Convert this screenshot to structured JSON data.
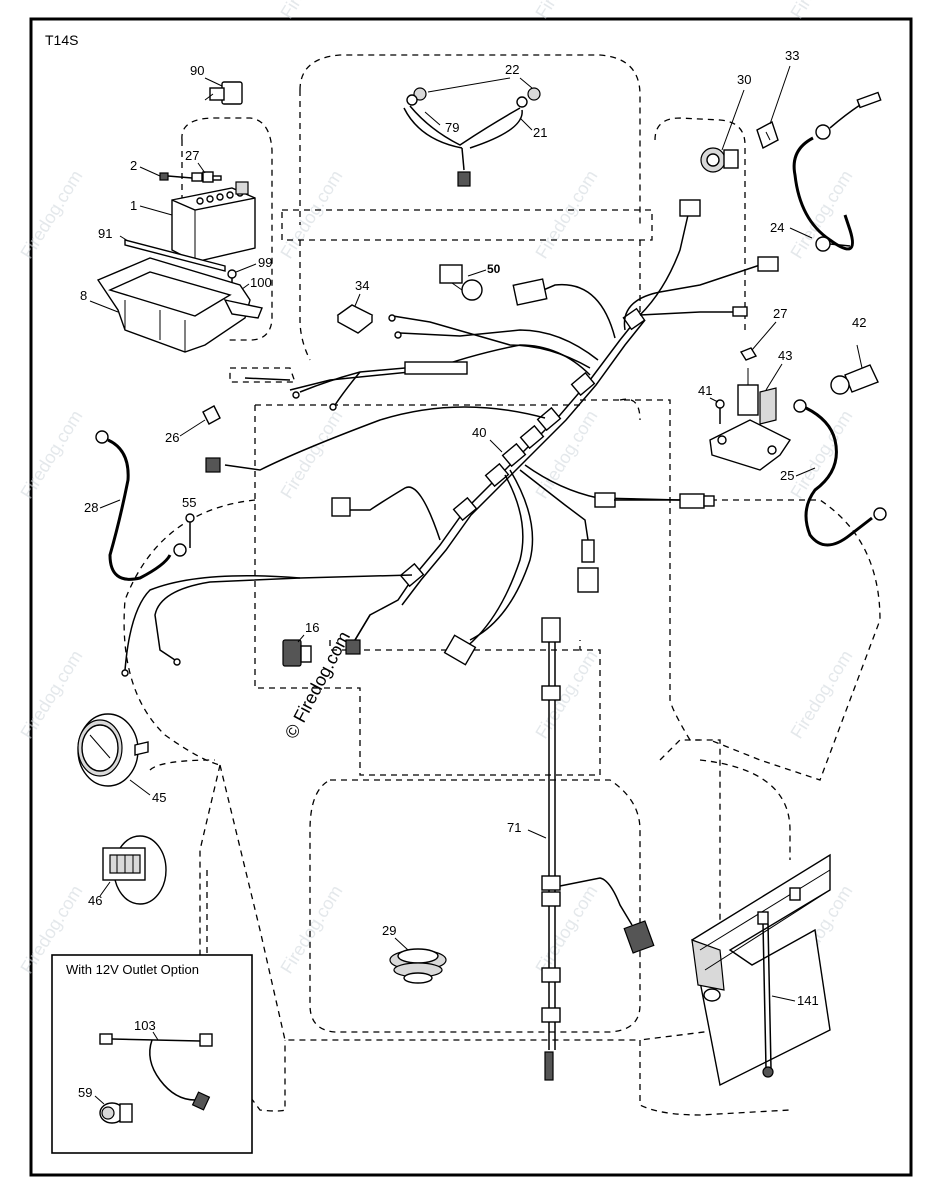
{
  "diagram": {
    "code": "T14S",
    "watermark": "Firedog.com",
    "watermark_center": "© Firedog.com",
    "inset_title": "With 12V Outlet Option",
    "callouts": {
      "c90": "90",
      "c2": "2",
      "c27a": "27",
      "c1": "1",
      "c91": "91",
      "c99": "99",
      "c100": "100",
      "c8": "8",
      "c22": "22",
      "c79": "79",
      "c21": "21",
      "c30": "30",
      "c33": "33",
      "c24": "24",
      "c50": "50",
      "c34": "34",
      "c27b": "27",
      "c42": "42",
      "c43": "43",
      "c41": "41",
      "c26": "26",
      "c40": "40",
      "c25": "25",
      "c28": "28",
      "c55": "55",
      "c16": "16",
      "c45": "45",
      "c71": "71",
      "c46": "46",
      "c29": "29",
      "c141": "141",
      "c103": "103",
      "c59": "59"
    }
  }
}
